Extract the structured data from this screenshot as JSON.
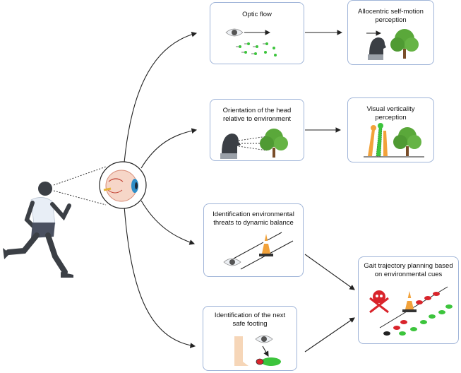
{
  "boxes": {
    "optic_flow": "Optic flow",
    "allocentric": "Allocentric self-motion perception",
    "head_orientation": "Orientation of the head relative to environment",
    "visual_verticality": "Visual verticality perception",
    "threats": "Identification environmental threats to dynamic balance",
    "safe_footing": "Identification of the next safe footing",
    "gait_planning": "Gait trajectory planning based on environmental cues"
  },
  "colors": {
    "box_border": "#9fb4d8",
    "arrow": "#222222",
    "green": "#3cc43c",
    "red": "#d9242b",
    "orange": "#f2a23a",
    "tree": "#5aa83a",
    "runner_skin": "#3b3f45",
    "runner_shirt": "#e8eef6",
    "runner_shorts": "#4a5060"
  },
  "icons": [
    "runner-icon",
    "eyeball-icon",
    "eye-icon",
    "head-icon",
    "tree-icon",
    "cone-icon",
    "skull-crossbones-icon",
    "footprint-icon",
    "leg-icon",
    "tilted-figure-icon"
  ]
}
